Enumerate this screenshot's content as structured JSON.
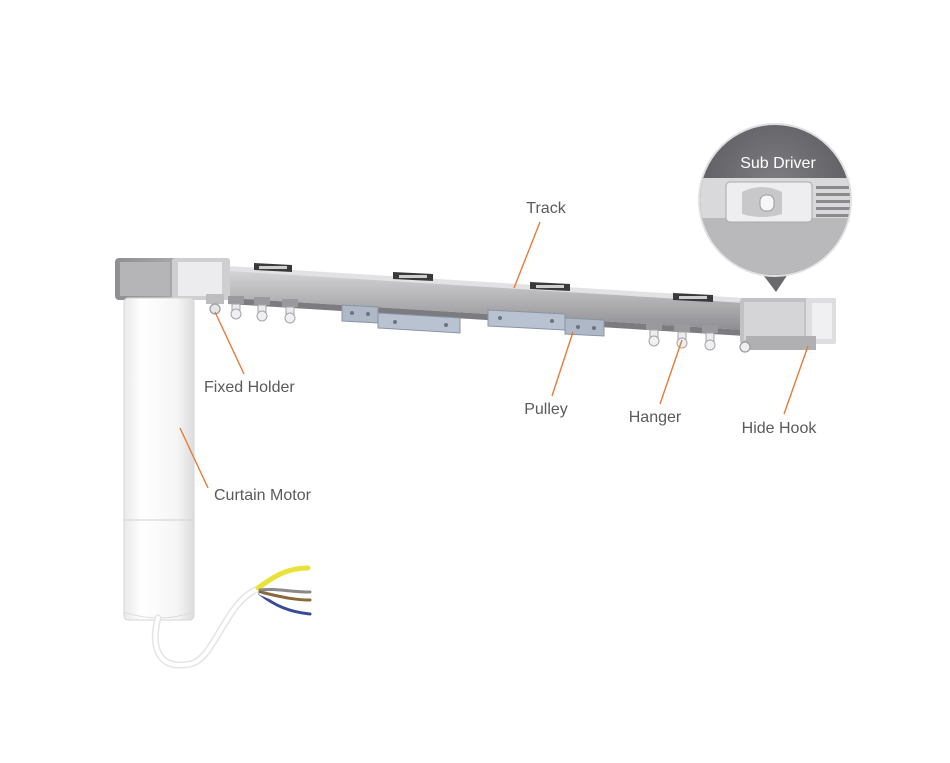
{
  "diagram": {
    "labels": {
      "track": "Track",
      "fixed_holder": "Fixed Holder",
      "pulley": "Pulley",
      "hanger": "Hanger",
      "hide_hook": "Hide Hook",
      "curtain_motor": "Curtain Motor",
      "sub_driver": "Sub Driver"
    },
    "colors": {
      "track_body": "#b3b3b6",
      "track_top": "#d3d3d6",
      "track_shadow": "#8c8c90",
      "motor_body": "#f4f4f4",
      "motor_edge": "#d6d6d6",
      "pulley_plate": "#aeb8c6",
      "clip_black": "#3a3a3a",
      "leader_line": "#e57b3a",
      "label_text": "#5a5a5a",
      "zoom_bg": "#6e6e72",
      "wire_yellow": "#e8e23a",
      "wire_gray": "#8a8a8a",
      "wire_brown": "#8a6a3a",
      "wire_blue": "#3a4a9a"
    }
  }
}
